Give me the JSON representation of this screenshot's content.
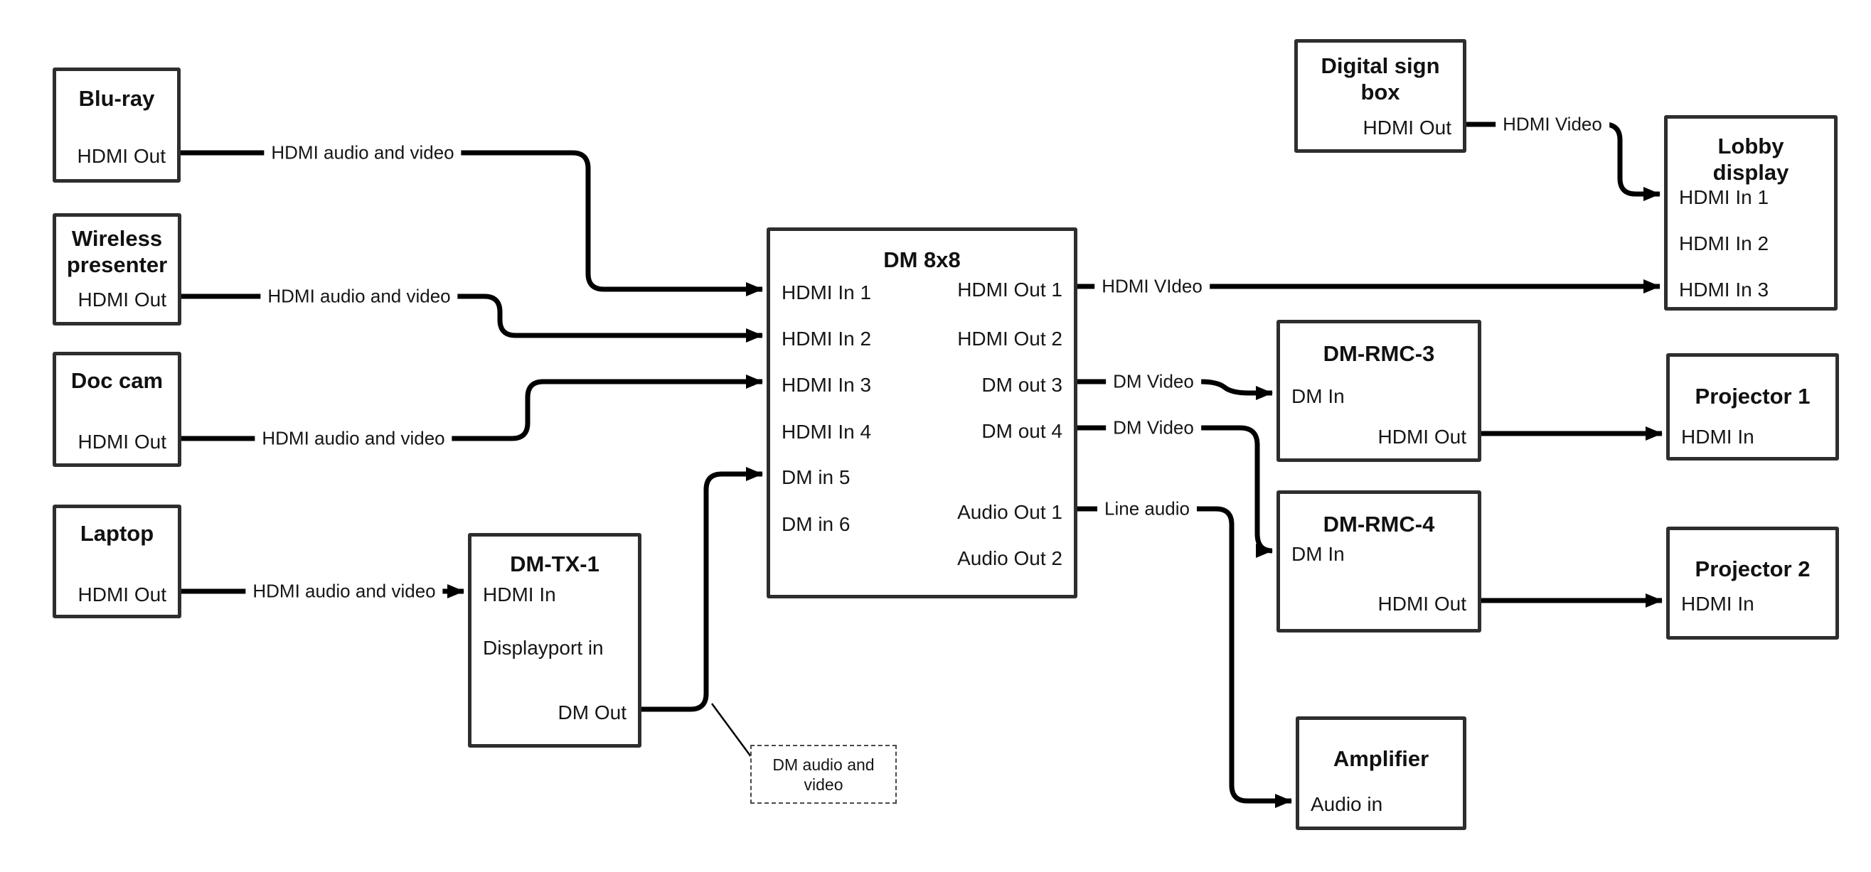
{
  "boxes": {
    "bluray": {
      "title": "Blu-ray",
      "port_hdmi_out": "HDMI Out"
    },
    "wireless": {
      "title": "Wireless presenter",
      "port_hdmi_out": "HDMI Out"
    },
    "doccam": {
      "title": "Doc cam",
      "port_hdmi_out": "HDMI Out"
    },
    "laptop": {
      "title": "Laptop",
      "port_hdmi_out": "HDMI Out"
    },
    "dmtx1": {
      "title": "DM-TX-1",
      "port_hdmi_in": "HDMI In",
      "port_dp_in": "Displayport in",
      "port_dm_out": "DM Out"
    },
    "dm8x8": {
      "title": "DM 8x8",
      "inputs": [
        "HDMI In 1",
        "HDMI In 2",
        "HDMI In 3",
        "HDMI In 4",
        "DM in 5",
        "DM in 6"
      ],
      "outputs": [
        "HDMI Out 1",
        "HDMI Out 2",
        "DM out 3",
        "DM out 4",
        "Audio Out 1",
        "Audio Out 2"
      ]
    },
    "digital_sign": {
      "title": "Digital sign box",
      "port_hdmi_out": "HDMI Out"
    },
    "lobby": {
      "title": "Lobby display",
      "inputs": [
        "HDMI In 1",
        "HDMI In 2",
        "HDMI In 3"
      ]
    },
    "dmrmc3": {
      "title": "DM-RMC-3",
      "port_dm_in": "DM In",
      "port_hdmi_out": "HDMI Out"
    },
    "proj1": {
      "title": "Projector 1",
      "port_hdmi_in": "HDMI In"
    },
    "dmrmc4": {
      "title": "DM-RMC-4",
      "port_dm_in": "DM In",
      "port_hdmi_out": "HDMI Out"
    },
    "proj2": {
      "title": "Projector 2",
      "port_hdmi_in": "HDMI In"
    },
    "amplifier": {
      "title": "Amplifier",
      "port_audio_in": "Audio in"
    }
  },
  "wire_labels": {
    "bluray": "HDMI audio and video",
    "wireless": "HDMI audio and video",
    "doccam": "HDMI audio and video",
    "laptop": "HDMI audio and video",
    "hdmi_out1": "HDMI VIdeo",
    "dm_out3": "DM Video",
    "dm_out4": "DM Video",
    "audio_out1": "Line audio",
    "digital_sign": "HDMI Video"
  },
  "callout": {
    "text": "DM audio and video"
  },
  "colors": {
    "background": "#ffffff",
    "line": "#000000",
    "box_border": "#2e2e2e",
    "text": "#161616"
  }
}
